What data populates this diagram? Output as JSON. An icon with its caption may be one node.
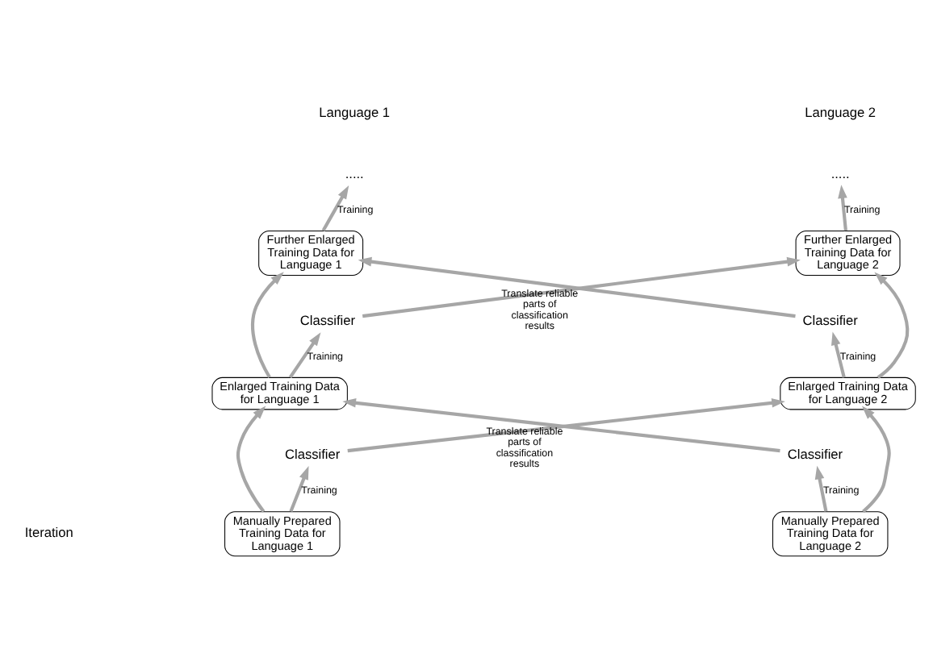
{
  "diagram": {
    "nodes": [
      {
        "text": [
          "....."
        ]
      },
      {
        "text": [
          "....."
        ]
      },
      {
        "text": [
          "Further Enlarged Training Data for Language 1"
        ]
      },
      {
        "text": [
          "Further Enlarged Training Data for Language 2"
        ]
      },
      {
        "text": [
          "Classifier"
        ]
      },
      {
        "text": [
          "Classifier"
        ]
      },
      {
        "text": [
          "Enlarged Training Data for Language 1"
        ]
      },
      {
        "text": [
          "Enlarged Training Data for Language 2"
        ]
      },
      {
        "text": [
          "Classifier"
        ]
      },
      {
        "text": [
          "Classifier"
        ]
      },
      {
        "text": [
          "Manually Prepared Training Data for Language 1"
        ]
      },
      {
        "text": [
          "Manually Prepared Training Data for Language 2"
        ]
      }
    ],
    "edges": [
      {
        "from": 10,
        "to": 8,
        "arrow": "to",
        "label": "Training"
      },
      {
        "from": 11,
        "to": 9,
        "arrow": "to",
        "label": "Training"
      },
      {
        "from": 10,
        "to": 6,
        "arrow": "to"
      },
      {
        "from": 11,
        "to": 7,
        "arrow": "to"
      },
      {
        "from": 8,
        "to": 7,
        "arrow": "to",
        "label": "Translate reliable parts of classification results"
      },
      {
        "from": 9,
        "to": 6,
        "arrow": "to"
      },
      {
        "from": 6,
        "to": 4,
        "arrow": "to",
        "label": "Training"
      },
      {
        "from": 7,
        "to": 5,
        "arrow": "to",
        "label": "Training"
      },
      {
        "from": 6,
        "to": 2,
        "arrow": "to"
      },
      {
        "from": 7,
        "to": 3,
        "arrow": "to"
      },
      {
        "from": 4,
        "to": 3,
        "arrow": "to",
        "label": "Translate reliable parts of classification results"
      },
      {
        "from": 5,
        "to": 2,
        "arrow": "to"
      },
      {
        "from": 2,
        "to": 0,
        "arrow": "to",
        "label": "Training"
      },
      {
        "from": 3,
        "to": 1,
        "arrow": "to",
        "label": "Training"
      }
    ],
    "labels": [
      "Language 1",
      "Language 2",
      "Iteration"
    ]
  }
}
